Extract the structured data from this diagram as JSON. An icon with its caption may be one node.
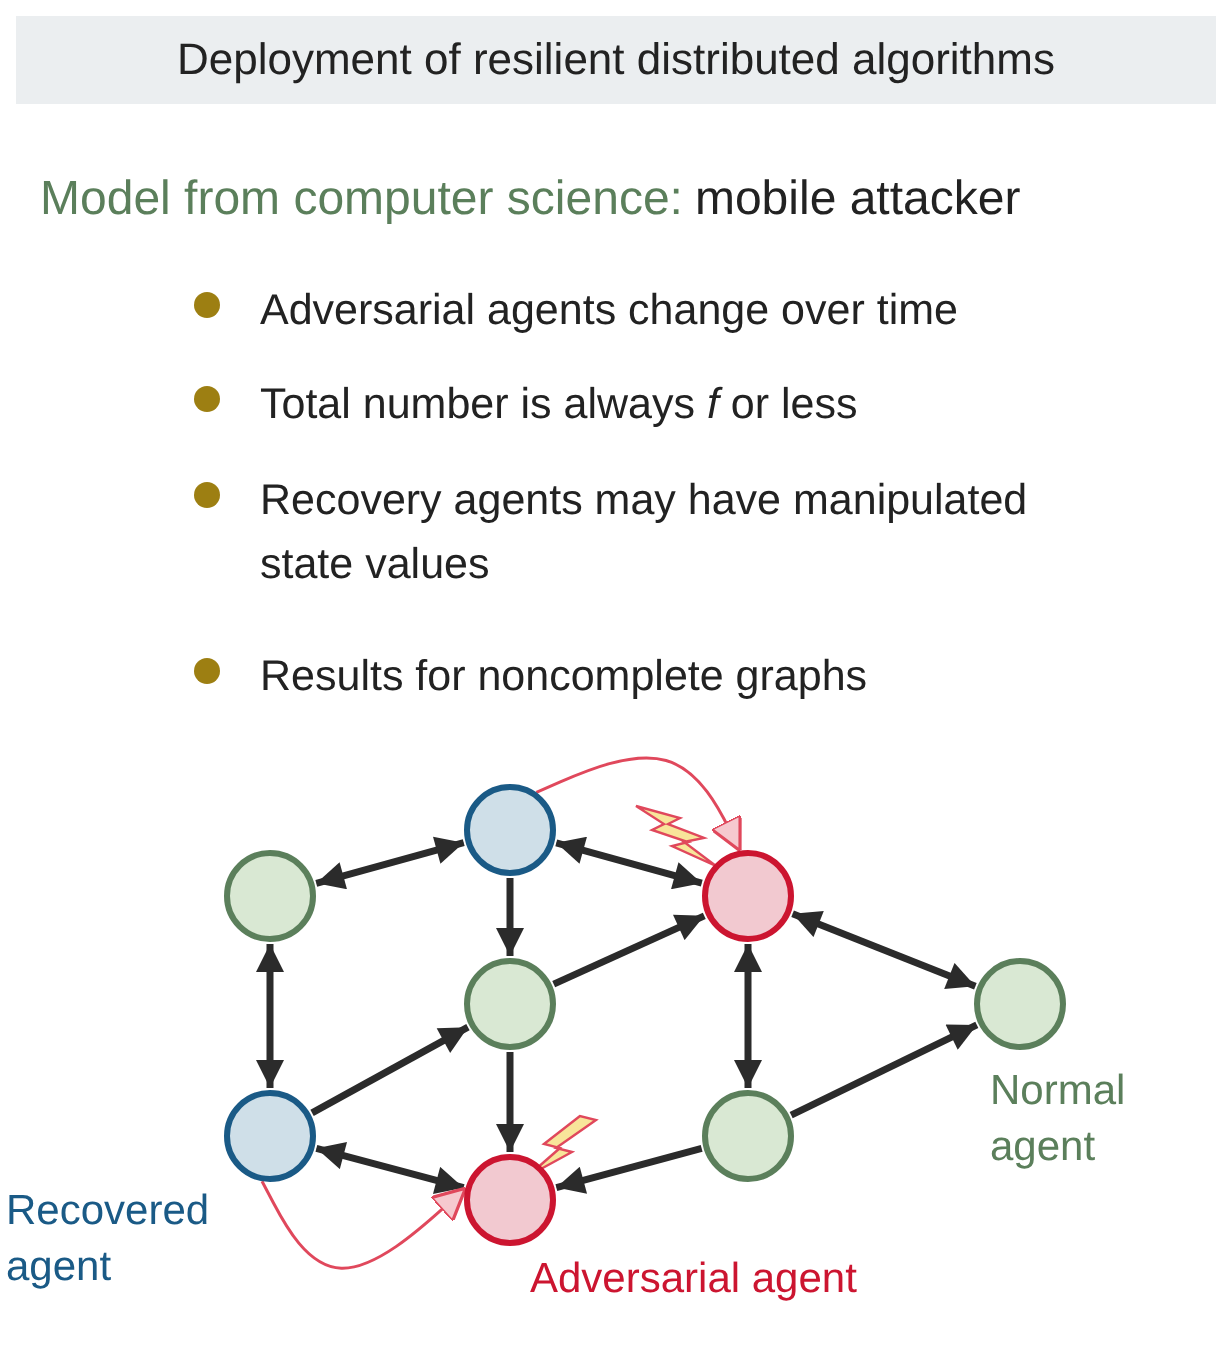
{
  "diagram": {
    "title": "Deployment of resilient distributed algorithms",
    "nodes": [
      {
        "text": [],
        "shape": "circle"
      },
      {
        "text": [],
        "shape": "circle"
      },
      {
        "text": [],
        "shape": "circle"
      },
      {
        "text": [],
        "shape": "circle"
      },
      {
        "text": [],
        "shape": "circle",
        "beside": [
          "Normal agent"
        ]
      },
      {
        "text": [],
        "shape": "circle",
        "beside": [
          "Recovered agent"
        ]
      },
      {
        "text": [],
        "shape": "circle",
        "beside": [
          "Adversarial agent"
        ]
      },
      {
        "text": [],
        "shape": "circle"
      }
    ],
    "edges": [
      {
        "from": 0,
        "to": 1,
        "arrow": "both"
      },
      {
        "from": 1,
        "to": 2,
        "arrow": "both"
      },
      {
        "from": 1,
        "to": 3,
        "arrow": "to"
      },
      {
        "from": 0,
        "to": 5,
        "arrow": "both"
      },
      {
        "from": 3,
        "to": 2,
        "arrow": "to"
      },
      {
        "from": 5,
        "to": 3,
        "arrow": "to"
      },
      {
        "from": 3,
        "to": 6,
        "arrow": "to"
      },
      {
        "from": 5,
        "to": 6,
        "arrow": "both"
      },
      {
        "from": 2,
        "to": 7,
        "arrow": "both"
      },
      {
        "from": 2,
        "to": 4,
        "arrow": "both"
      },
      {
        "from": 7,
        "to": 4,
        "arrow": "to"
      },
      {
        "from": 7,
        "to": 6,
        "arrow": "to"
      },
      {
        "from": 1,
        "to": 2,
        "arrow": "to",
        "color": "#e0485c"
      },
      {
        "from": 5,
        "to": 6,
        "arrow": "to",
        "color": "#e0485c"
      }
    ],
    "labels": [
      "Model from computer science:",
      "mobile attacker",
      "Adversarial agents change over time",
      "Total number is always *f* or less",
      "Recovery agents may have manipulated state values",
      "Results for noncomplete graphs"
    ]
  }
}
